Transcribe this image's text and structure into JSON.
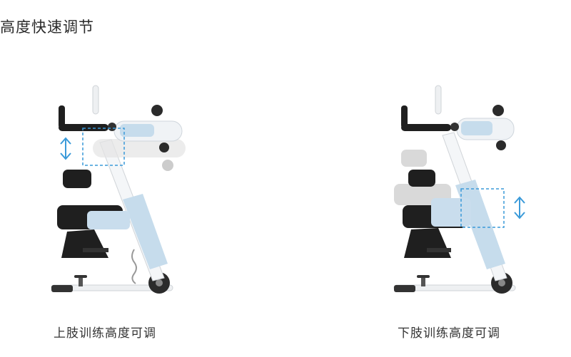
{
  "page": {
    "title": "高度快速调节"
  },
  "panels": [
    {
      "caption": "上肢训练高度可调"
    },
    {
      "caption": "下肢训练高度可调"
    }
  ],
  "colors": {
    "frame": "#f2f4f6",
    "accent": "#bcd7ea",
    "dark": "#1f1f1f",
    "highlight": "#3a9ad9",
    "ghost": "#d7d7d7"
  },
  "icons": [
    "double-arrow-icon"
  ]
}
